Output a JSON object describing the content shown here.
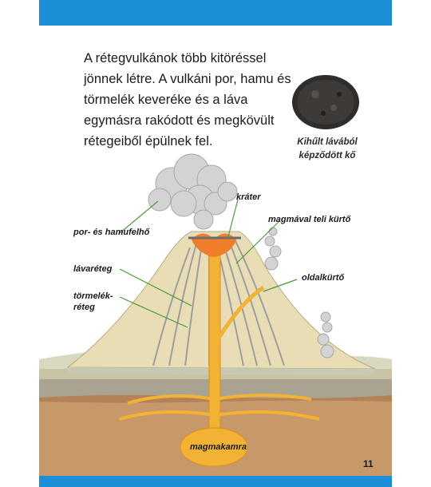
{
  "intro_text": "A rétegvulkánok több kitöréssel jönnek létre. A vulkáni por, hamu és törmelék keveréke és a láva egymásra rakódott és megkövült rétegeiből épülnek fel.",
  "rock": {
    "caption_line1": "Kihűlt lávából",
    "caption_line2": "képződött kő"
  },
  "labels": {
    "ash_cloud": "por- és hamufelhő",
    "crater": "kráter",
    "conduit": "magmával teli kürtő",
    "lava_layer": "lávaréteg",
    "debris_layer": "törmelék-réteg",
    "side_vent": "oldalkürtő",
    "magma_chamber": "magmakamra"
  },
  "page_number": "11",
  "colors": {
    "accent_strip": "#1a8fd6",
    "magma": "#f2b233",
    "sand": "#e8ddb5",
    "crust_top": "#c9ccb1",
    "ground": "#c6986a"
  }
}
